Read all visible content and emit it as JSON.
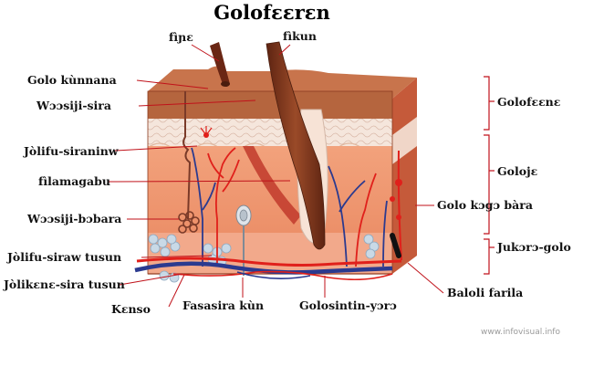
{
  "title": "Golofɛɛrɛn",
  "colors": {
    "epidermis": "#b5653e",
    "dermis": "#ef9a72",
    "dermis_shade": "#d9673f",
    "hypodermis": "#f2a98b",
    "fat": "#c9d9e6",
    "artery": "#e0201b",
    "vein": "#2b3a8f",
    "nerve": "#f0a0a0",
    "hair": "#8a3a20",
    "leader": "#c0121a"
  },
  "labels_left": {
    "golo_kunnana": "Golo kùnnana",
    "woosiji_sira": "Wɔɔsiji-sira",
    "jolifu_siraninw": "Jòlifu-siraninw",
    "filamagabu": "fìlamagabu",
    "woosiji_bobara": "Wɔɔsiji-bɔbara",
    "jolifu_siraw_tusun": "Jòlifu-siraw tusun",
    "jolikene_sira_tusun": "Jòlikɛnɛ-sira tusun"
  },
  "labels_top": {
    "fine": "fìɲɛ",
    "fikun": "fìkun"
  },
  "labels_bottom": {
    "kenso": "Kɛnso",
    "fasasira_kun": "Fasasira kùn",
    "golosintin_yoro": "Golosintin-yɔrɔ"
  },
  "labels_right": {
    "golo_kogo_bara": "Golo kɔgɔ bàra",
    "baloli_farila": "Baloli farila",
    "layer_golofeene": "Golofɛɛnɛ",
    "layer_goloje": "Golojɛ",
    "layer_jukoro_golo": "Jukɔrɔ-golo"
  },
  "watermark": "www.infovisual.info"
}
